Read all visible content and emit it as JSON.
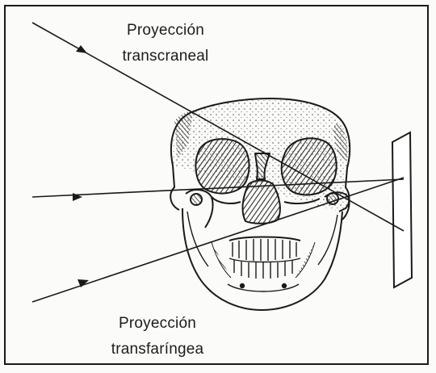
{
  "figure": {
    "top_label_line1": "Proyección",
    "top_label_line2": "transcraneal",
    "bottom_label_line1": "Proyección",
    "bottom_label_line2": "transfaríngea"
  },
  "colors": {
    "ink": "#1a1a1a",
    "hatch": "#3a3a3a",
    "background": "#fbfbf9"
  },
  "icons": [
    "projection-arrow-icon",
    "skull-illustration",
    "film-plate"
  ]
}
